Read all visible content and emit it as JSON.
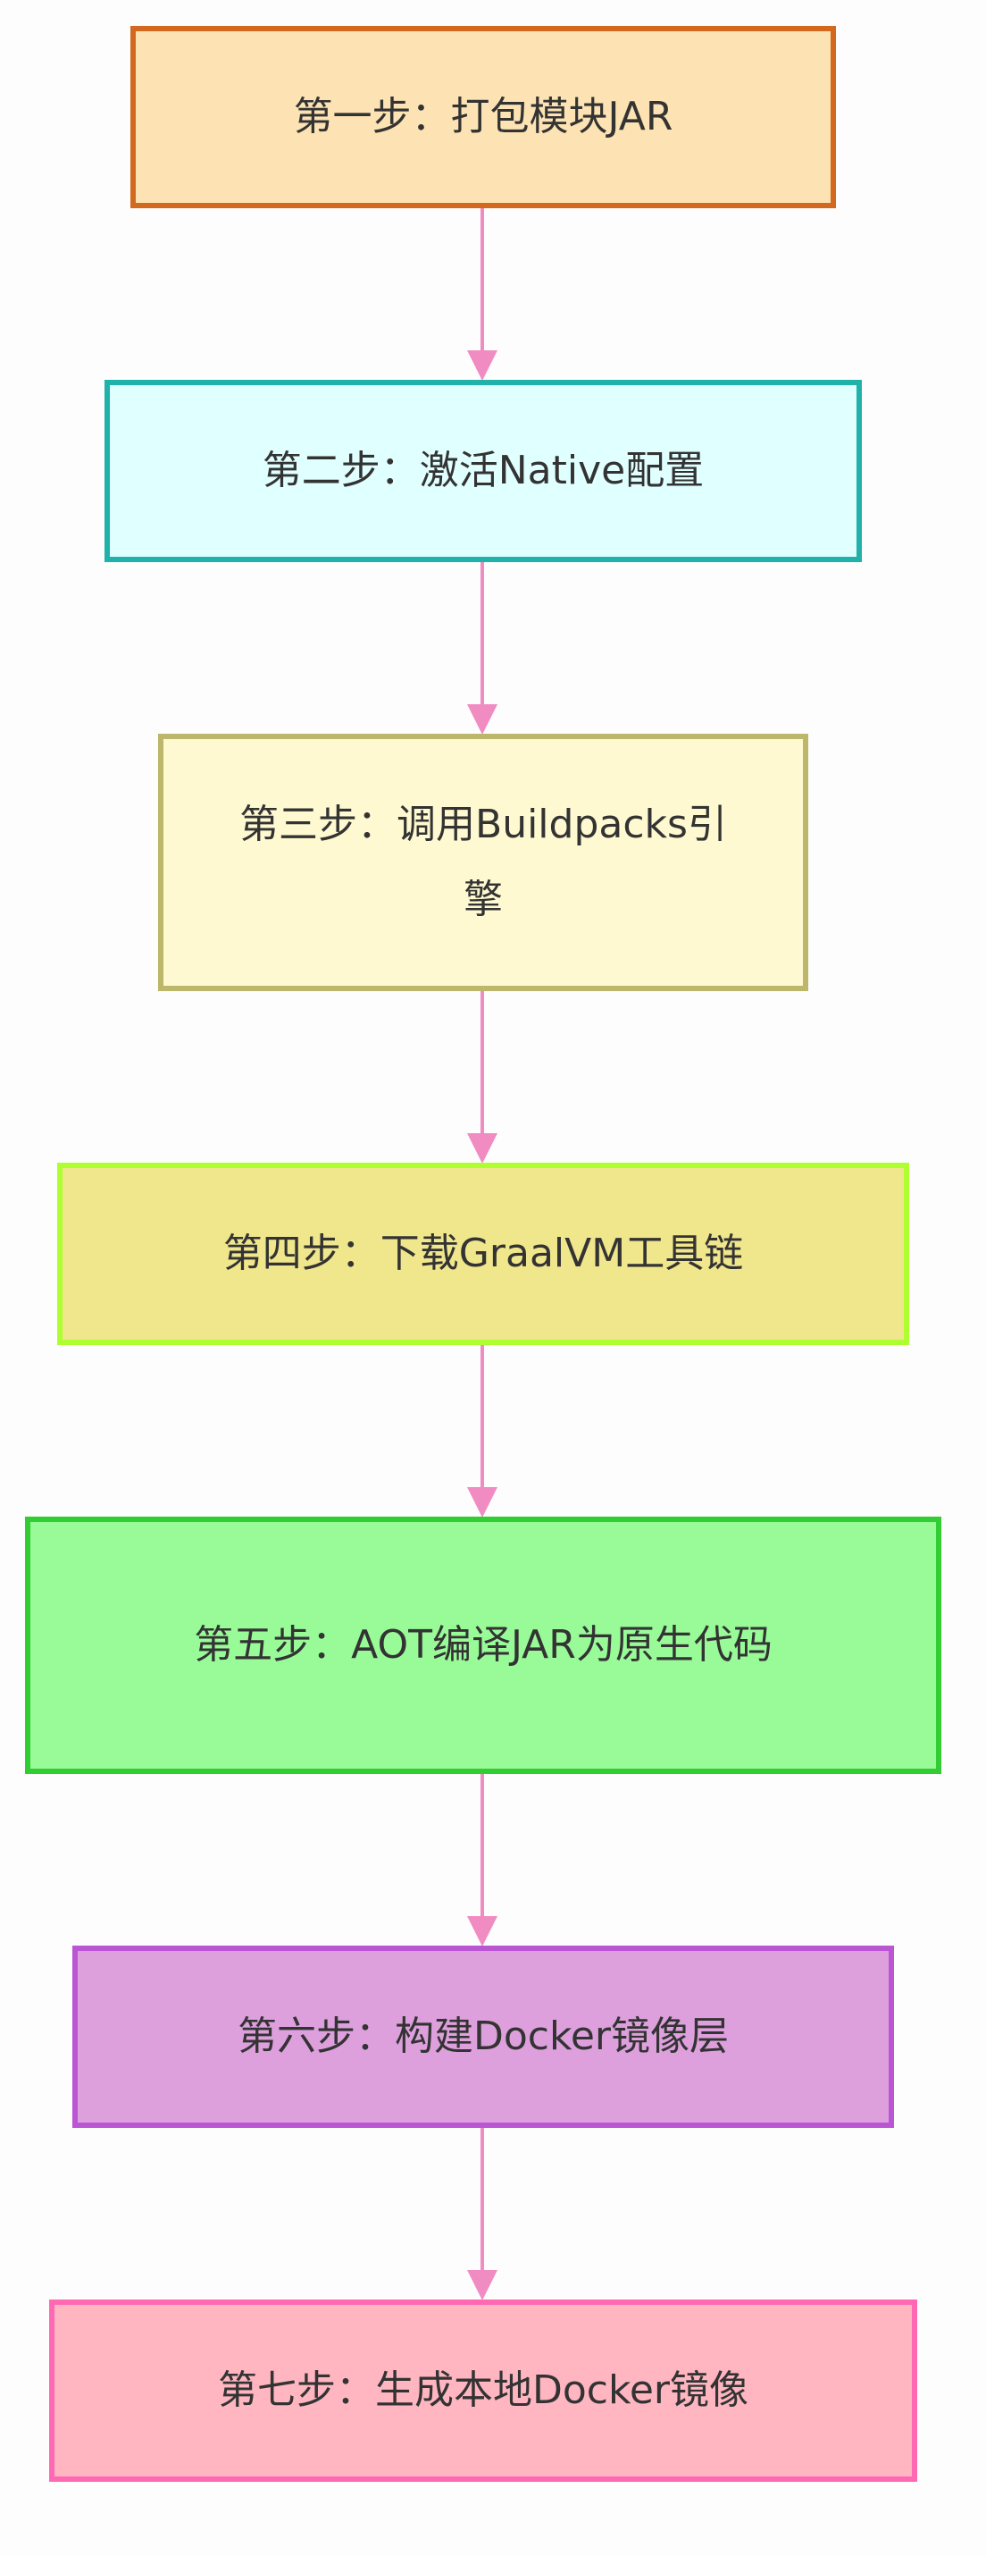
{
  "diagram": {
    "edge_color": "#f08cc2",
    "steps": [
      {
        "label": "第一步：打包模块JAR",
        "fill": "#fde3b3",
        "border": "#d2691e"
      },
      {
        "label": "第二步：激活Native配置",
        "fill": "#e0ffff",
        "border": "#20b2aa"
      },
      {
        "label": "第三步：调用Buildpacks引擎",
        "fill": "#fef9d0",
        "border": "#bdb76b"
      },
      {
        "label": "第四步：下载GraalVM工具链",
        "fill": "#f0e68c",
        "border": "#adff2f"
      },
      {
        "label": "第五步：AOT编译JAR为原生代码",
        "fill": "#98fb98",
        "border": "#32cd32"
      },
      {
        "label": "第六步：构建Docker镜像层",
        "fill": "#dda0dd",
        "border": "#ba55d3"
      },
      {
        "label": "第七步：生成本地Docker镜像",
        "fill": "#ffb6c1",
        "border": "#ff69b4"
      }
    ]
  }
}
